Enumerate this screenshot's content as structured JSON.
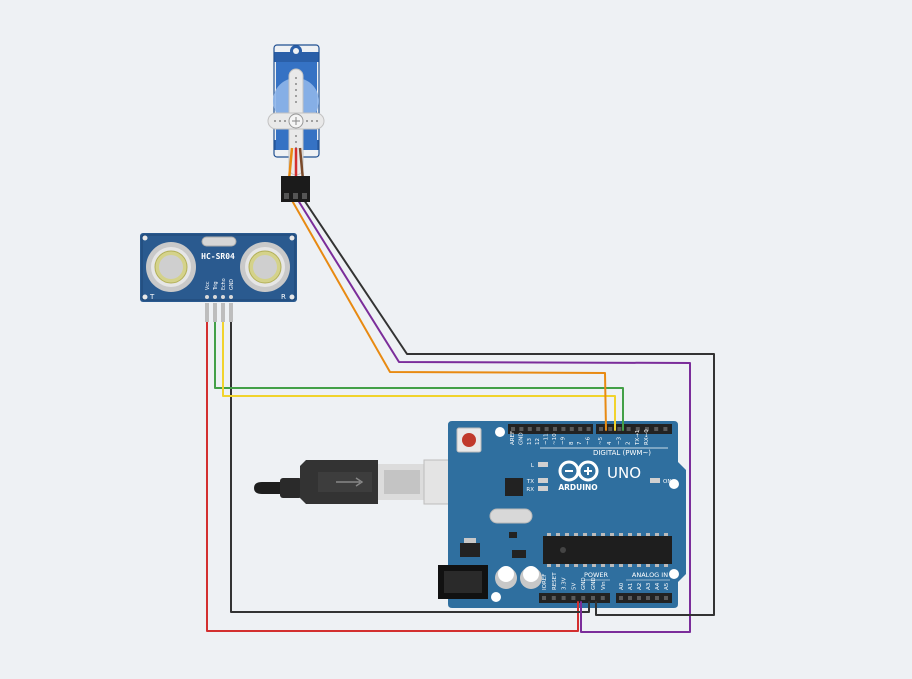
{
  "components": {
    "servo": {
      "type": "micro-servo"
    },
    "sensor": {
      "model": "HC-SR04",
      "pins": [
        "Vcc",
        "Trig",
        "Echo",
        "GND"
      ],
      "side_left": "T",
      "side_right": "R"
    },
    "arduino": {
      "logo": "ARDUINO",
      "model": "UNO",
      "digital_header_label": "DIGITAL (PWM~)",
      "digital_pins": [
        "AREF",
        "GND",
        "13",
        "12",
        "~11",
        "~10",
        "~9",
        "8",
        "7",
        "~6",
        "~5",
        "4",
        "~3",
        "2",
        "TX→1",
        "RX←0"
      ],
      "led_labels": [
        "L",
        "TX",
        "RX"
      ],
      "on_label": "ON",
      "power_label": "POWER",
      "power_pins": [
        "IOREF",
        "RESET",
        "3.3V",
        "5V",
        "GND",
        "GND",
        "Vin"
      ],
      "analog_label": "ANALOG IN",
      "analog_pins": [
        "A0",
        "A1",
        "A2",
        "A3",
        "A4",
        "A5"
      ]
    }
  },
  "wires": [
    {
      "from": "sensor.Vcc",
      "to": "arduino.5V",
      "color": "#d32f2f"
    },
    {
      "from": "sensor.GND",
      "to": "arduino.GND",
      "color": "#333333"
    },
    {
      "from": "sensor.Trig",
      "to": "arduino.5",
      "color": "#43a047"
    },
    {
      "from": "sensor.Echo",
      "to": "arduino.6",
      "color": "#f1d32c"
    },
    {
      "from": "servo.signal",
      "to": "arduino.7",
      "color": "#e88a12"
    },
    {
      "from": "servo.power",
      "to": "arduino.5V",
      "color": "#7b2d9a"
    },
    {
      "from": "servo.ground",
      "to": "arduino.GND",
      "color": "#333333"
    }
  ]
}
